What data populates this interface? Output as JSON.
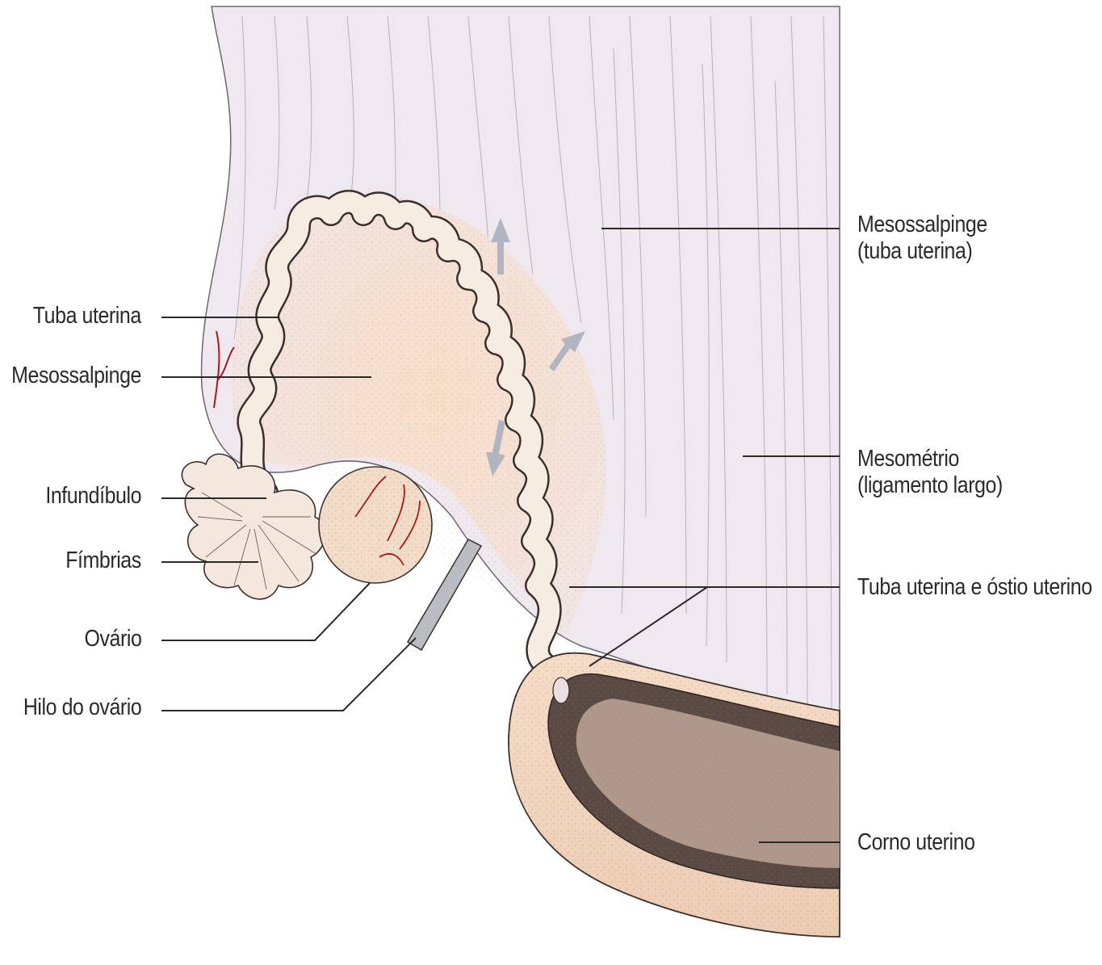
{
  "labels": {
    "left": {
      "tuba_uterina": "Tuba uterina",
      "mesossalpinge": "Mesossalpinge",
      "infundibulo": "Infundíbulo",
      "fimbrias": "Fímbrias",
      "ovario": "Ovário",
      "hilo_do_ovario": "Hilo do ovário"
    },
    "right": {
      "mesossalpinge_line1": "Mesossalpinge",
      "mesossalpinge_line2": "(tuba uterina)",
      "mesometrio_line1": "Mesométrio",
      "mesometrio_line2": "(ligamento largo)",
      "tuba_ostio": "Tuba uterina e óstio uterino",
      "corno_uterino": "Corno uterino"
    }
  },
  "colors": {
    "ligament": "#efe8ee",
    "tissue": "#f3dcc6",
    "tissue_dark": "#e6c2a4",
    "vessel": "#b3131b",
    "leader": "#2a2a2a",
    "arrow": "#a9b0bb"
  }
}
